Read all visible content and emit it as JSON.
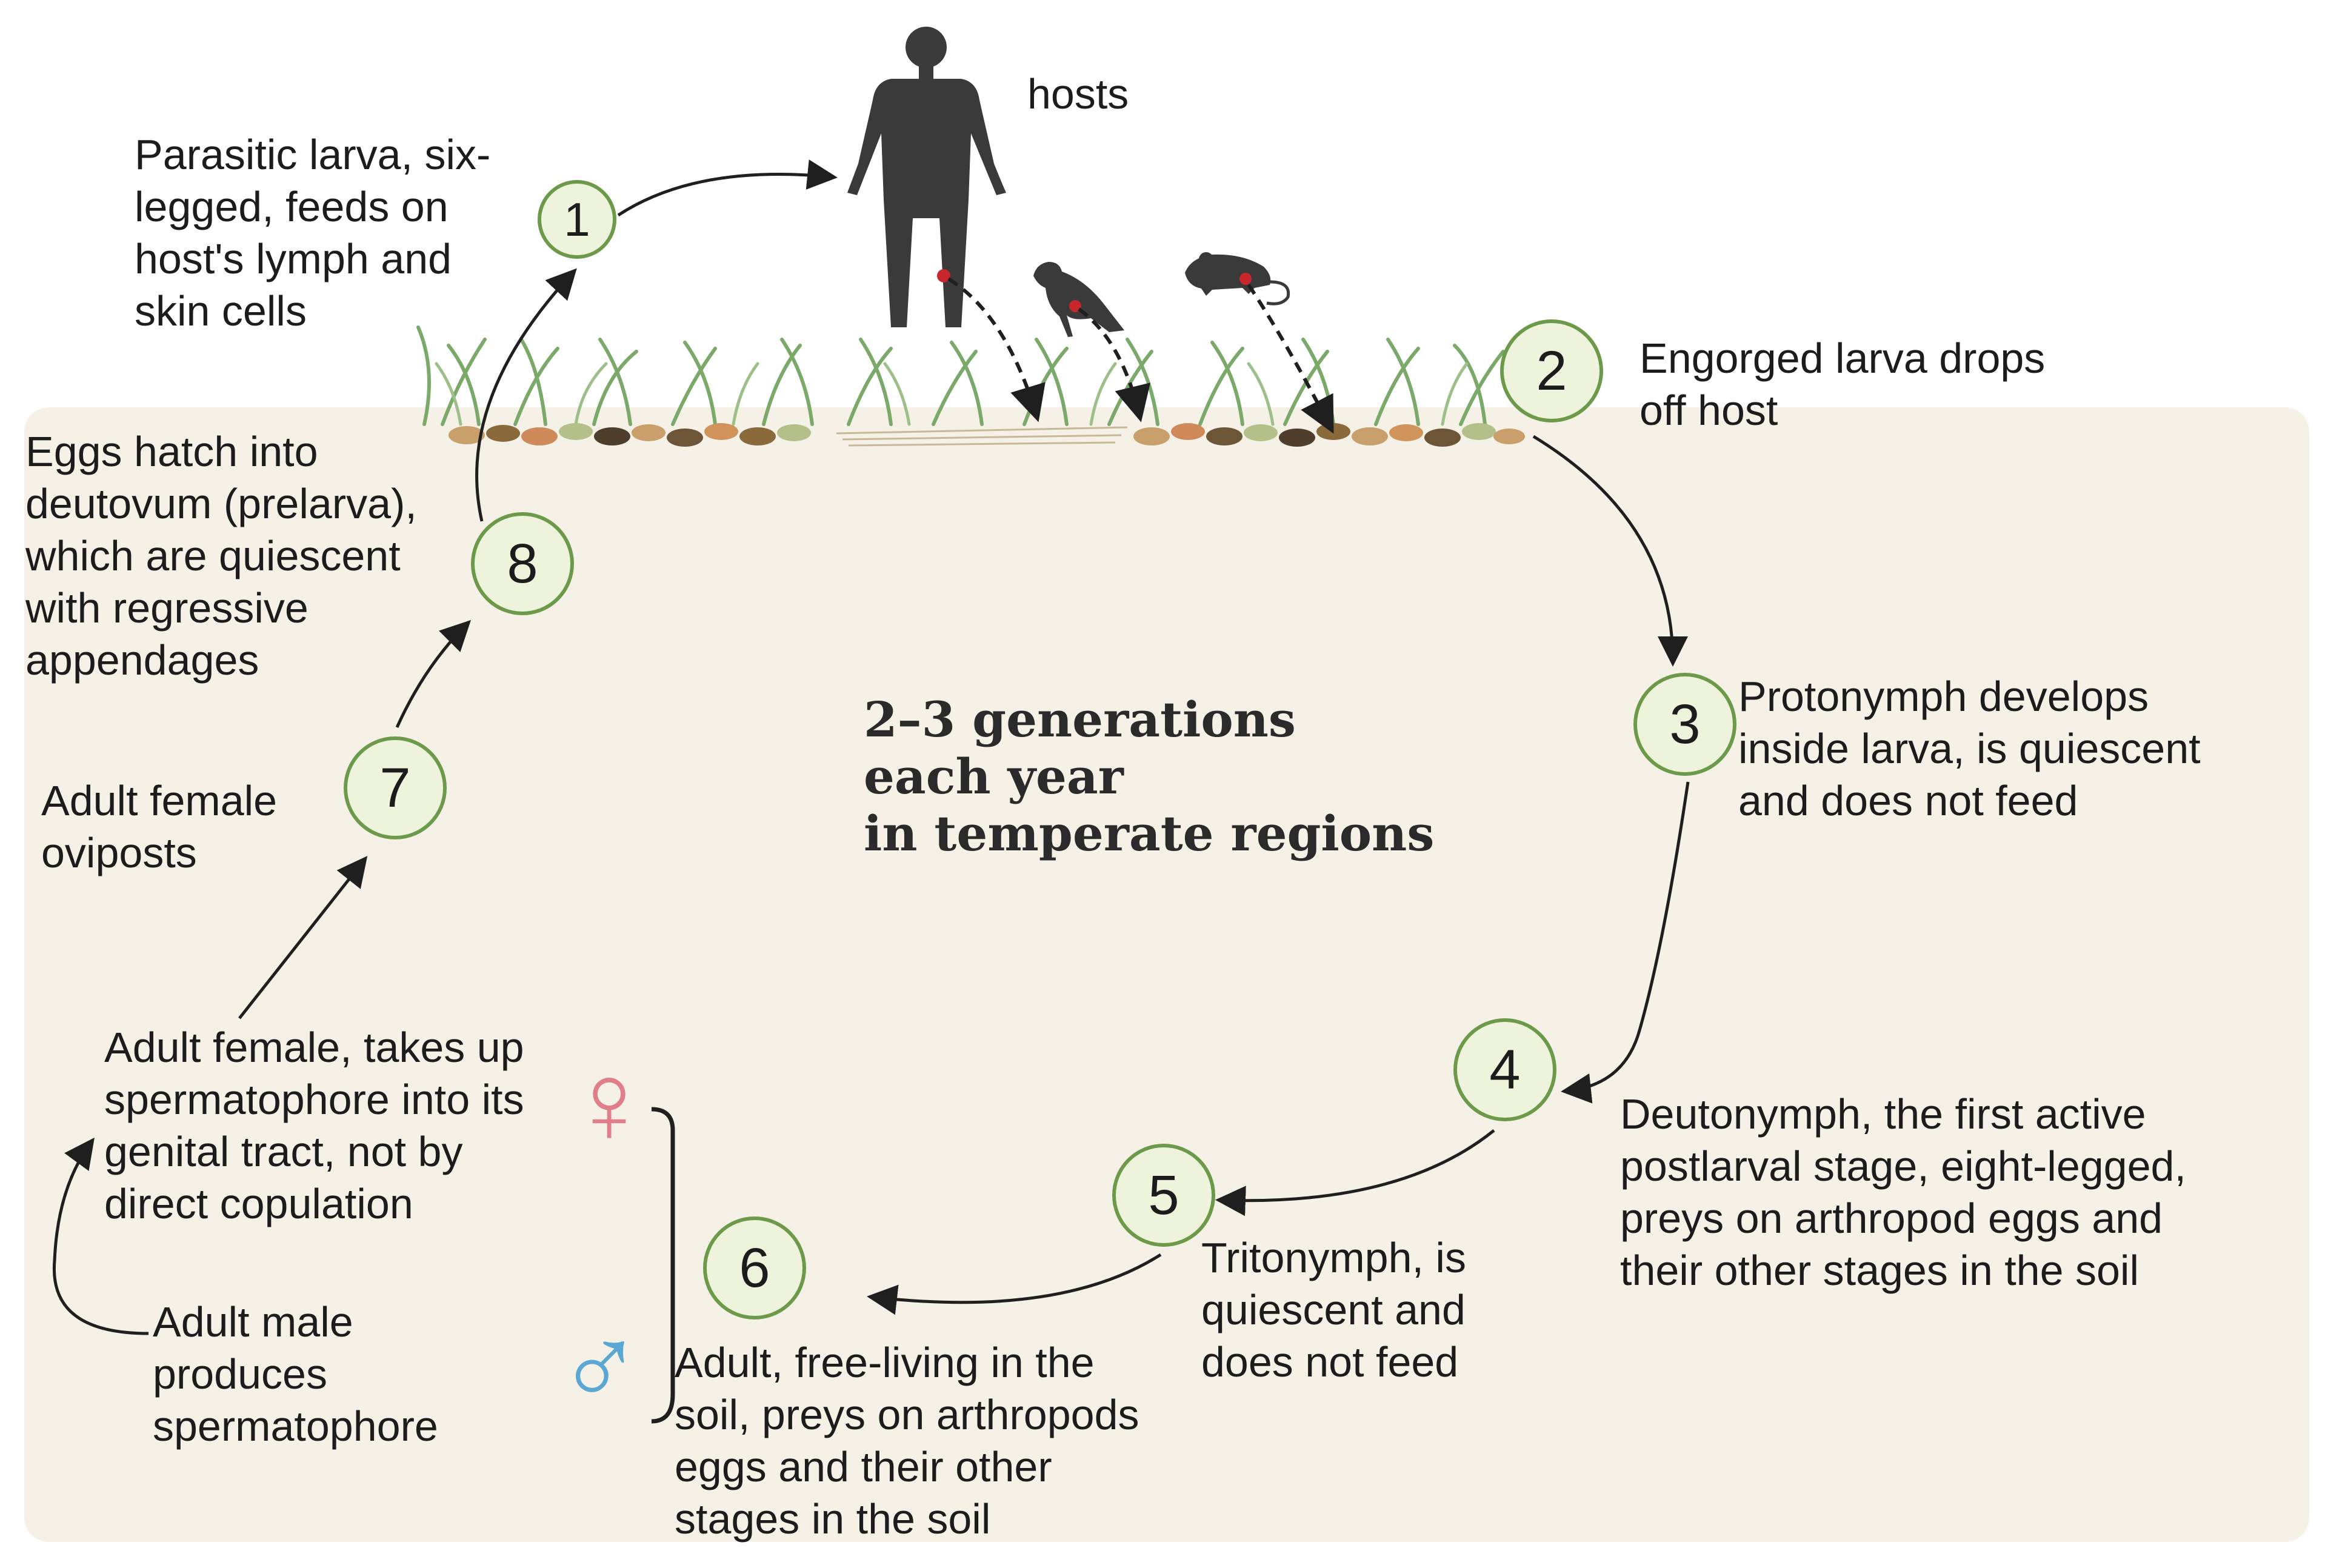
{
  "hosts_label": "hosts",
  "center_note": "2–3 generations\neach year\nin temperate regions",
  "stages": [
    {
      "number": "1",
      "text": "Parasitic larva, six-\nlegged, feeds on\nhost's lymph and\nskin cells"
    },
    {
      "number": "2",
      "text": "Engorged larva drops\noff host"
    },
    {
      "number": "3",
      "text": "Protonymph develops\ninside larva, is quiescent\nand does not feed"
    },
    {
      "number": "4",
      "text": "Deutonymph, the first active\npostlarval stage, eight-legged,\npreys on arthropod eggs and\ntheir other stages in the soil"
    },
    {
      "number": "5",
      "text": "Tritonymph, is\nquiescent and\ndoes not feed"
    },
    {
      "number": "6",
      "text": "Adult, free-living in the\nsoil, preys on arthropods\neggs and their other\nstages in the soil"
    },
    {
      "number": "7",
      "text": "Adult female\noviposts"
    },
    {
      "number": "8",
      "text": "Eggs hatch into\ndeutovum (prelarva),\nwhich are quiescent\nwith regressive\nappendages"
    }
  ],
  "adult_female_text": "Adult female, takes up\nspermatophore into its\ngenital tract, not by\ndirect copulation",
  "adult_male_text": "Adult male\nproduces\nspermatophore",
  "female_symbol": "♀",
  "male_symbol": "♂",
  "colors": {
    "soil_background": "#f6f1e6",
    "circle_fill": "#eef4dc",
    "circle_stroke": "#6d9a4a",
    "female_symbol": "#e07f8a",
    "male_symbol": "#5aa7d3",
    "silhouette": "#3a3a3a",
    "grass": "#7aa96a",
    "host_contact_dot": "#c8262c"
  }
}
